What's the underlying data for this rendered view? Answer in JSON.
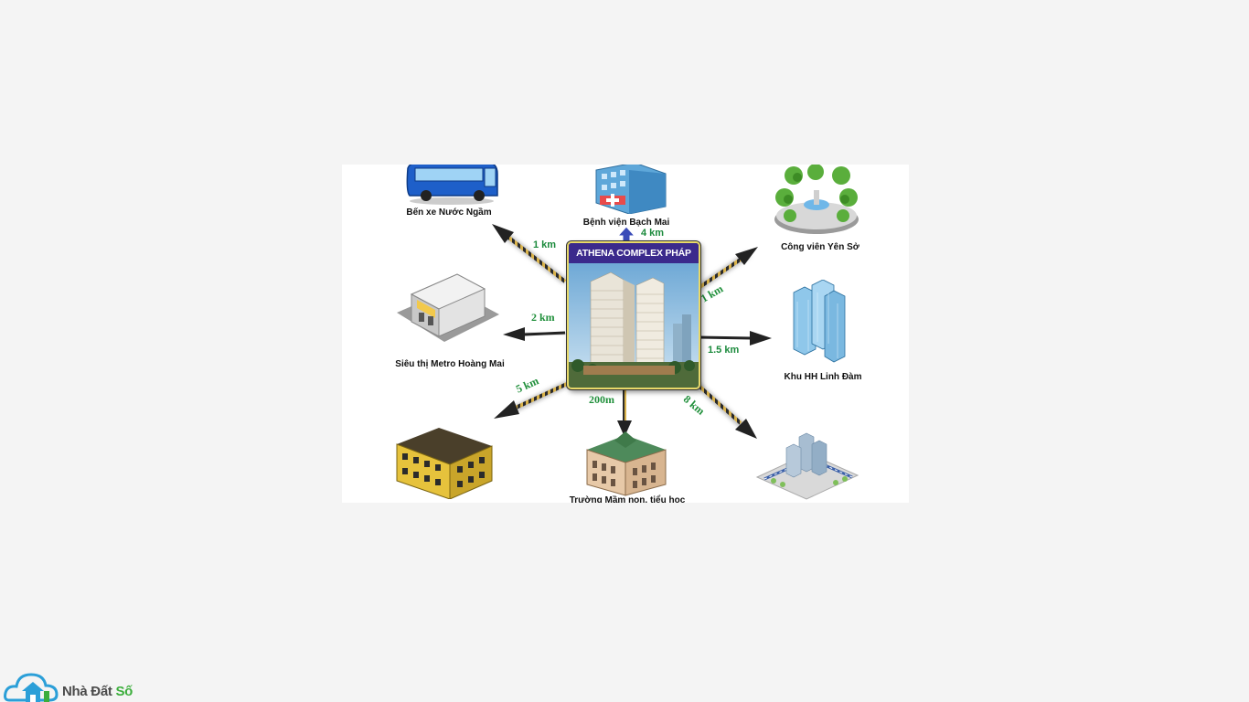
{
  "diagram": {
    "center": {
      "title": "ATHENA COMPLEX PHÁP VÂN"
    },
    "destinations": [
      {
        "key": "bus",
        "label": "Bến xe Nước Ngầm",
        "distance": "1 km"
      },
      {
        "key": "hospital",
        "label": "Bệnh viện Bạch Mai",
        "distance": "4 km"
      },
      {
        "key": "park",
        "label": "Công viên Yên Sở",
        "distance": "1 km"
      },
      {
        "key": "metro",
        "label": "Siêu thị Metro Hoàng Mai",
        "distance": "2 km"
      },
      {
        "key": "linhdam",
        "label": "Khu HH Linh Đàm",
        "distance": "1.5 km"
      },
      {
        "key": "school",
        "label": "Trường Mầm non, tiểu học",
        "distance": "200m"
      },
      {
        "key": "building-sw",
        "label": "",
        "distance": "5 km"
      },
      {
        "key": "city-se",
        "label": "",
        "distance": "8 km"
      }
    ]
  },
  "brand": {
    "name_main": "Nhà Đất",
    "name_accent": "Số"
  },
  "colors": {
    "background": "#f4f4f4",
    "distance_text": "#1b8a3c",
    "center_title_bg": "#3b2a8c",
    "center_border": "#e8d96a",
    "logo_blue": "#2b9fd8",
    "logo_green": "#3cae3c"
  }
}
